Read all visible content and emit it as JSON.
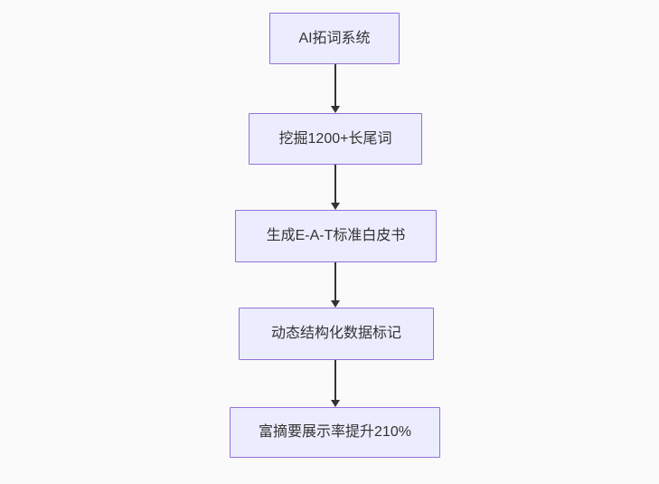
{
  "diagram": {
    "type": "flowchart",
    "direction": "top-down",
    "nodes": [
      {
        "id": "n1",
        "label": "AI拓词系统"
      },
      {
        "id": "n2",
        "label": "挖掘1200+长尾词"
      },
      {
        "id": "n3",
        "label": "生成E-A-T标准白皮书"
      },
      {
        "id": "n4",
        "label": "动态结构化数据标记"
      },
      {
        "id": "n5",
        "label": "富摘要展示率提升210%"
      }
    ],
    "edges": [
      {
        "from": "n1",
        "to": "n2",
        "style": "arrow-down"
      },
      {
        "from": "n2",
        "to": "n3",
        "style": "arrow-down"
      },
      {
        "from": "n3",
        "to": "n4",
        "style": "arrow-down"
      },
      {
        "from": "n4",
        "to": "n5",
        "style": "arrow-down"
      }
    ],
    "colors": {
      "background": "#fafafa",
      "node_fill": "#ECECFF",
      "node_border": "#9370DB",
      "text": "#333333",
      "arrow": "#333333"
    }
  }
}
